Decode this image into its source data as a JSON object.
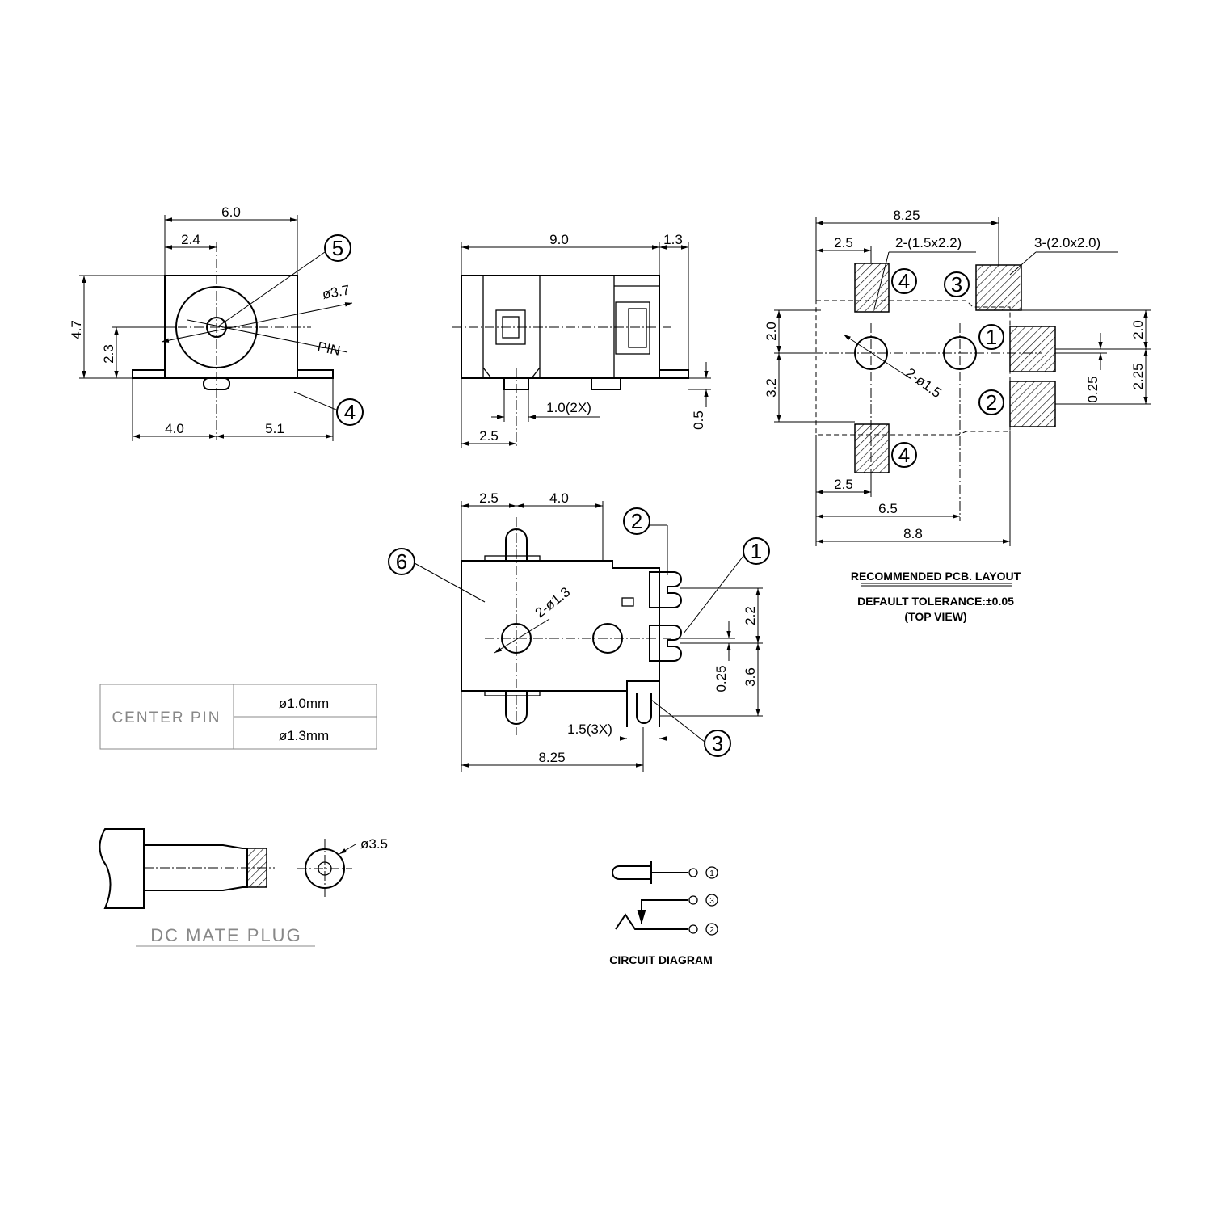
{
  "front_view": {
    "width": "6.0",
    "offset": "2.4",
    "height": "4.7",
    "center_height": "2.3",
    "bore_diameter": "ø3.7",
    "pin_label": "PIN",
    "left_span": "4.0",
    "right_span": "5.1",
    "balloon_5": "5",
    "balloon_4": "4"
  },
  "side_view": {
    "body_length": "9.0",
    "tab_length": "1.3",
    "pin_width": "1.0(2X)",
    "pin_offset": "2.5",
    "standoff": "0.5"
  },
  "top_view": {
    "dim_left": "2.5",
    "dim_right": "4.0",
    "hole_callout": "2-ø1.3",
    "pin_pitch": "2.2",
    "pin_offset": "0.25",
    "pin_span": "3.6",
    "terminal_width": "1.5(3X)",
    "overall": "8.25",
    "balloon_1": "1",
    "balloon_2": "2",
    "balloon_3": "3",
    "balloon_6": "6"
  },
  "pcb_layout": {
    "overall_top": "8.25",
    "left_top": "2.5",
    "pad_small": "2-(1.5x2.2)",
    "pad_large": "3-(2.0x2.0)",
    "left_upper": "2.0",
    "left_lower": "3.2",
    "right_upper": "2.0",
    "right_offset": "0.25",
    "right_lower": "2.25",
    "hole_callout": "2-ø1.5",
    "left_bottom": "2.5",
    "hole_span": "6.5",
    "overall_bottom": "8.8",
    "balloon_1": "1",
    "balloon_2": "2",
    "balloon_3": "3",
    "balloon_4a": "4",
    "balloon_4b": "4",
    "title": "RECOMMENDED PCB. LAYOUT",
    "tolerance": "DEFAULT TOLERANCE:±0.05",
    "view": "(TOP VIEW)"
  },
  "center_pin_table": {
    "label": "CENTER PIN",
    "option_1": "ø1.0mm",
    "option_2": "ø1.3mm"
  },
  "mate_plug": {
    "diameter": "ø3.5",
    "title": "DC MATE PLUG"
  },
  "circuit": {
    "title": "CIRCUIT DIAGRAM",
    "node_1": "1",
    "node_3": "3",
    "node_2": "2"
  }
}
